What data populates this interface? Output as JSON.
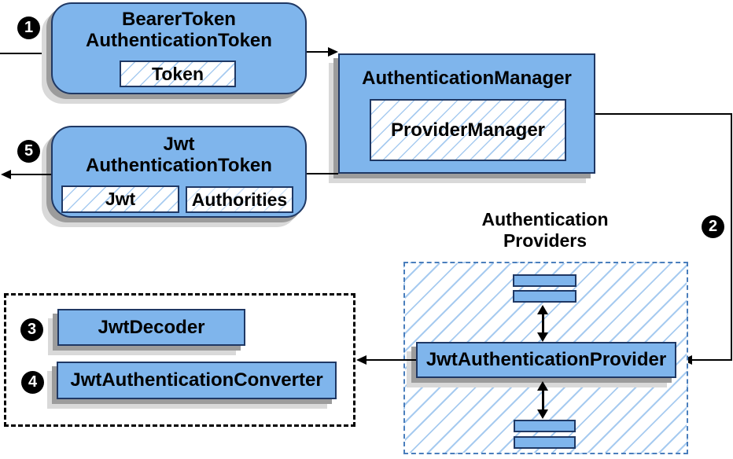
{
  "colors": {
    "node_fill": "#7fb5ec",
    "node_border": "#1f3864",
    "hatch_line": "#a7cbf0",
    "hatch_faint": "#cfe2f7",
    "dashed_border": "#4a7ebc",
    "shadow_dark": "#9c9c9c",
    "shadow_light": "#d9d9d9",
    "line_color": "#000000"
  },
  "steps": {
    "s1": "1",
    "s2": "2",
    "s3": "3",
    "s4": "4",
    "s5": "5"
  },
  "nodes": {
    "bearer_token": {
      "title_line1": "BearerToken",
      "title_line2": "AuthenticationToken",
      "field": "Token"
    },
    "authentication_manager": {
      "title": "AuthenticationManager",
      "inner": "ProviderManager"
    },
    "jwt_token": {
      "title_line1": "Jwt",
      "title_line2": "AuthenticationToken",
      "field_jwt": "Jwt",
      "field_authorities": "Authorities"
    },
    "providers_group": {
      "label_line1": "Authentication",
      "label_line2": "Providers"
    },
    "jwt_authentication_provider": {
      "label": "JwtAuthenticationProvider"
    },
    "jwt_decoder": {
      "label": "JwtDecoder"
    },
    "jwt_authentication_converter": {
      "label": "JwtAuthenticationConverter"
    }
  }
}
